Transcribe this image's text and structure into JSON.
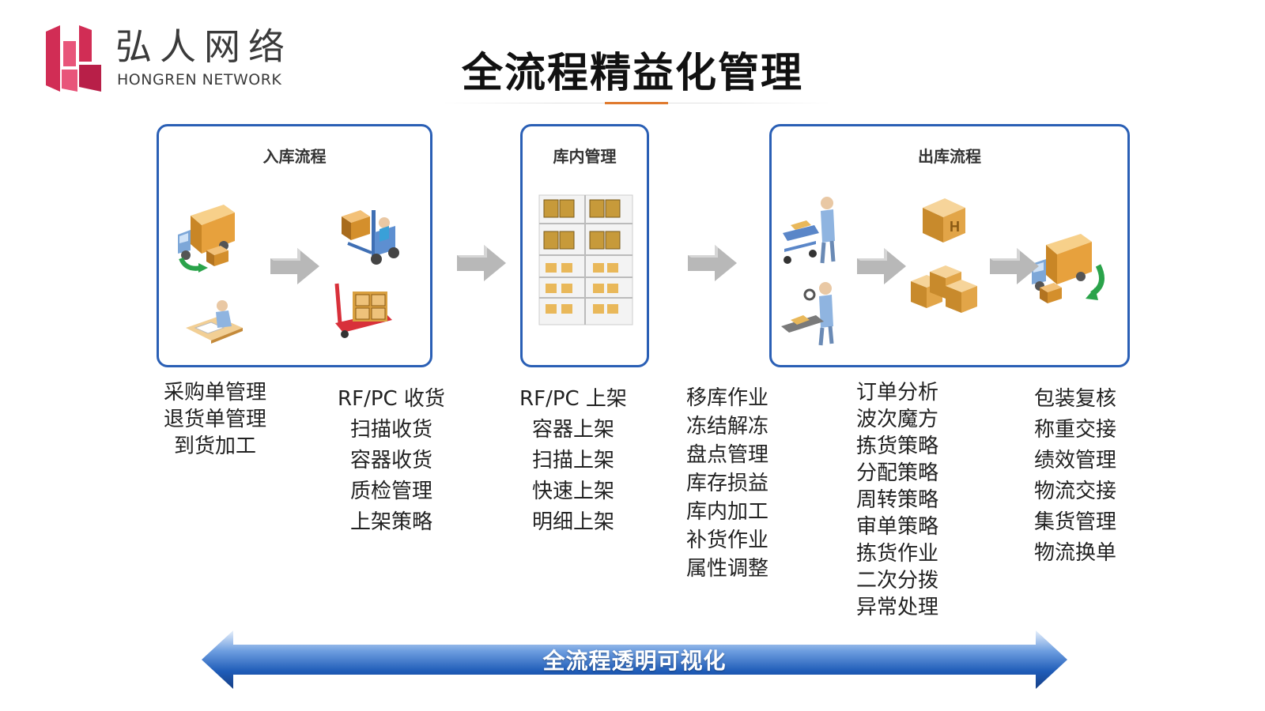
{
  "logo": {
    "cn": "弘人网络",
    "en": "HONGREN NETWORK",
    "colors": [
      "#d12d55",
      "#e8557a"
    ]
  },
  "title": "全流程精益化管理",
  "panels": {
    "inbound": {
      "title": "入库流程"
    },
    "internal": {
      "title": "库内管理"
    },
    "outbound": {
      "title": "出库流程"
    }
  },
  "columns": {
    "inbound_a": [
      "采购单管理",
      "退货单管理",
      "到货加工"
    ],
    "inbound_b": [
      "RF/PC 收货",
      "扫描收货",
      "容器收货",
      "质检管理",
      "上架策略"
    ],
    "internal": [
      "RF/PC 上架",
      "容器上架",
      "扫描上架",
      "快速上架",
      "明细上架"
    ],
    "ops": [
      "移库作业",
      "冻结解冻",
      "盘点管理",
      "库存损益",
      "库内加工",
      "补货作业",
      "属性调整"
    ],
    "outbound_a": [
      "订单分析",
      "波次魔方",
      "拣货策略",
      "分配策略",
      "周转策略",
      "审单策略",
      "拣货作业",
      "二次分拨",
      "异常处理"
    ],
    "outbound_b": [
      "包装复核",
      "称重交接",
      "绩效管理",
      "物流交接",
      "集货管理",
      "物流换单"
    ]
  },
  "bottom_banner": "全流程透明可视化",
  "icons": {
    "inbound": [
      "delivery-truck-icon",
      "forklift-icon",
      "clerk-desk-icon",
      "pallet-jack-icon"
    ],
    "internal": [
      "warehouse-shelves-icon"
    ],
    "outbound": [
      "picker-cart-icon",
      "scanner-worker-icon",
      "box-icon",
      "box-stack-icon",
      "outbound-truck-icon"
    ],
    "flow": "right-arrow-icon"
  },
  "colors": {
    "panel_border": "#2a5fb5",
    "title_accent": "#e07a2e",
    "banner_blue": "#1f5cb8",
    "flow_arrow": "#b8b8b8"
  }
}
